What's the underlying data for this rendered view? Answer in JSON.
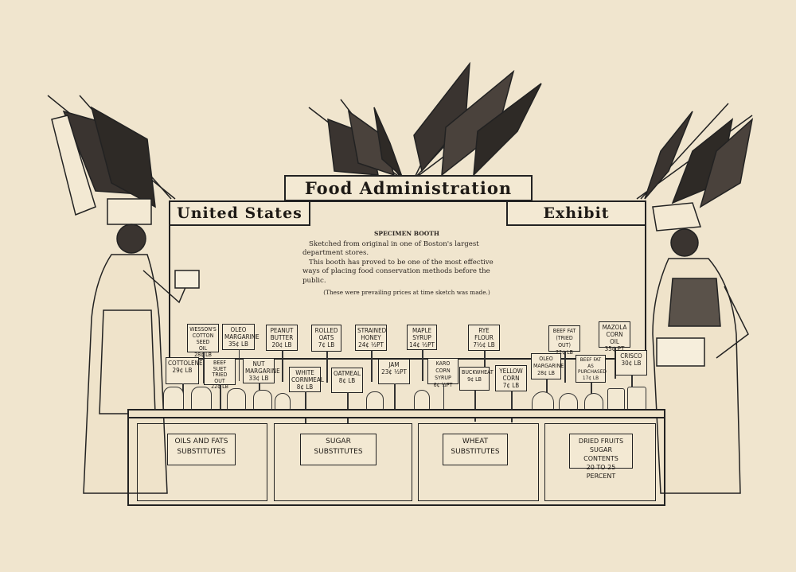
{
  "banner": {
    "title": "Food Administration",
    "left": "United States",
    "right": "Exhibit"
  },
  "description": {
    "heading": "SPECIMEN BOOTH",
    "para1": "Sketched from original in one of Boston's largest department stores.",
    "para2": "This booth has proved to be one of the most effective ways of placing food conservation methods before the public.",
    "note": "(These were prevailing prices at time sketch was made.)"
  },
  "signs": [
    "Wesson's\nCotton Seed\nOil\n28¢ LB",
    "Oleo\nMargarine\n35¢ LB",
    "Peanut\nButter\n20¢ LB",
    "Rolled\nOats\n7¢ LB",
    "Strained\nHoney\n24¢ ½PT",
    "Maple\nSyrup\n14¢ ½PT",
    "Rye\nFlour\n7½¢ LB",
    "Beef Fat\n(Tried Out)\n22¢ LB",
    "Mazola\nCorn Oil\n35¢ PT",
    "Cottolene\n29¢ LB",
    "Beef\nSuet\nTried Out\n22¢ LB",
    "Nut\nMargarine\n33¢ LB",
    "White\nCornmeal\n8¢ LB",
    "Oatmeal\n8¢ LB",
    "Jam\n23¢ ½PT",
    "Karo\nCorn Syrup\n6¢ ½PT",
    "Buckwheat\n9¢ LB",
    "Yellow\nCorn\n7¢ LB",
    "Oleo\nMargarine\n28¢ LB",
    "Beef Fat\nAs\nPurchased\n17¢ LB",
    "Crisco\n30¢ LB"
  ],
  "panels": [
    "Oils and Fats\nSubstitutes",
    "Sugar\nSubstitutes",
    "Wheat\nSubstitutes",
    "Dried Fruits\nSugar Contents\n20 to 25 Percent"
  ],
  "colors": {
    "paper": "#f0e5ce",
    "ink": "#1e1a16"
  }
}
